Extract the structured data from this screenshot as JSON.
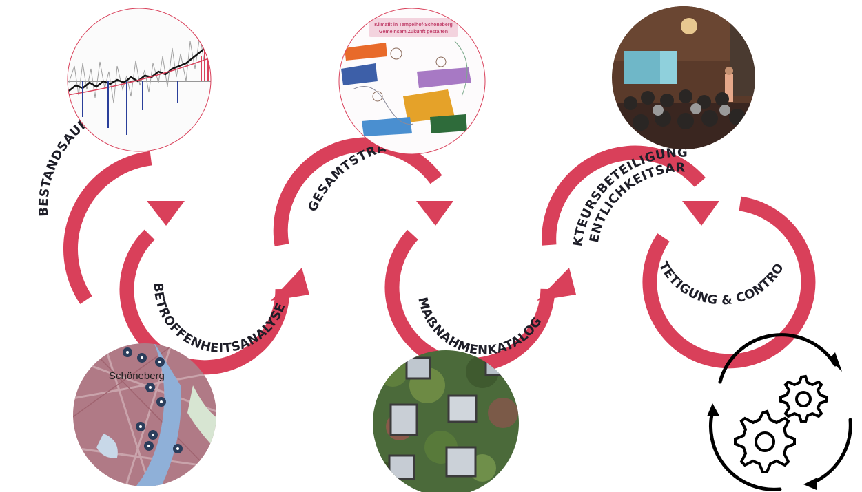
{
  "diagram": {
    "accent_color": "#d9405a",
    "text_color": "#1e1e28",
    "steps": [
      {
        "id": "bestandsaufnahme",
        "label": "BESTANDSAUFNAHME",
        "image": "climate-stripes-chart"
      },
      {
        "id": "betroffenheitsanalyse",
        "label": "BETROFFENHEITSANALYSE",
        "image": "schoeneberg-map"
      },
      {
        "id": "gesamtstrategie",
        "label": "GESAMTSTRATEGIE",
        "image": "workshop-poster"
      },
      {
        "id": "massnahmenkatalog",
        "label": "MAẞNAHMENKATALOG",
        "image": "green-facade-photo"
      },
      {
        "id": "akteursbeteiligung",
        "label_line1": "AKTEURSBETEILIGUNG &",
        "label_line2": "ÖFFENTLICHKEITSARBEIT",
        "image": "public-event-photo"
      },
      {
        "id": "verstetigung",
        "label": "VERSTETIGUNG & CONTROLLING",
        "image": "gears-cycle-icon"
      }
    ],
    "poster": {
      "title": "Klimafit in Tempelhof-Schöneberg",
      "subtitle": "Gemeinsam Zukunft gestalten"
    },
    "map": {
      "place_label": "Schöneberg"
    }
  }
}
